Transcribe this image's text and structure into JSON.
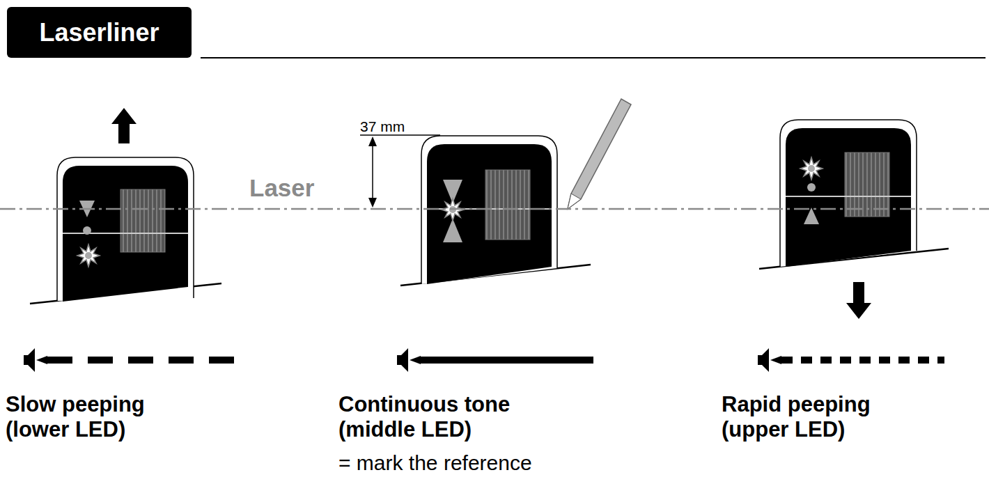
{
  "diagram": {
    "nodes": [
      {
        "text": [
          "Laserliner"
        ]
      }
    ],
    "labels": [
      "37 mm",
      "Laser",
      "Slow peeping (lower LED)",
      "Continuous tone (middle LED)",
      "= mark the reference",
      "Rapid peeping (upper LED)"
    ]
  }
}
